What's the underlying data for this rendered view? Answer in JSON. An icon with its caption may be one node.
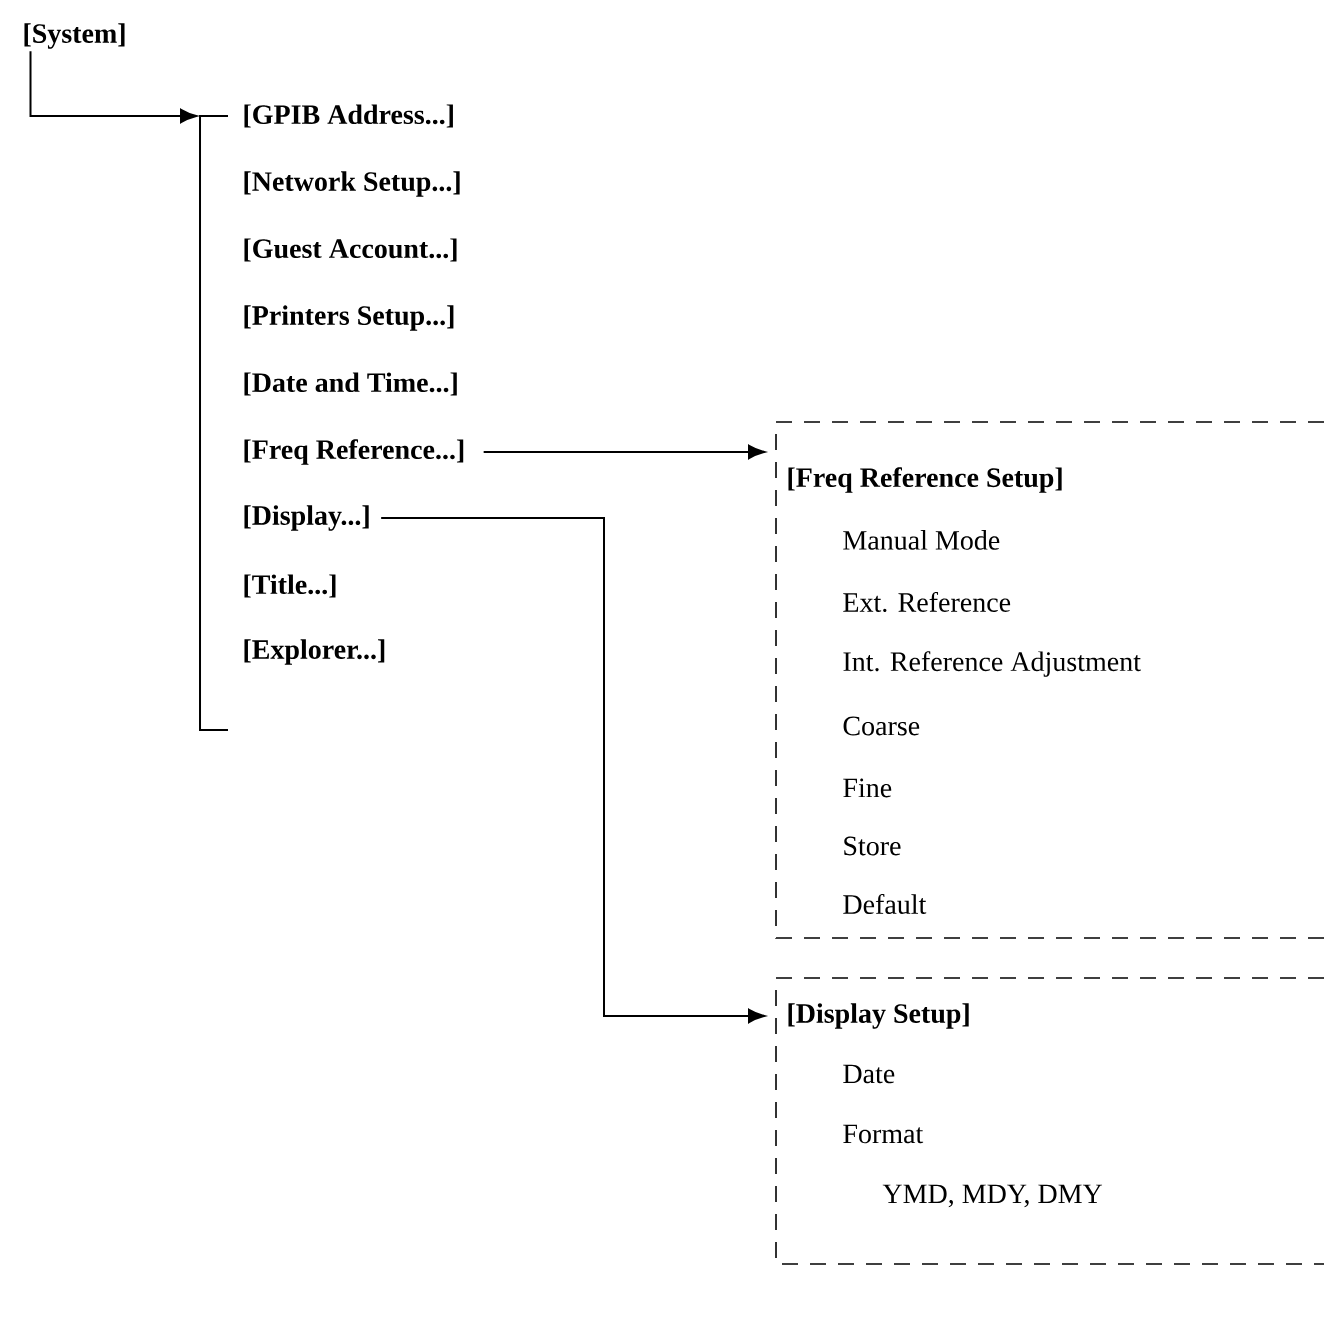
{
  "diagram": {
    "nodes": [
      {
        "text": [
          "[System]"
        ]
      },
      {
        "text": [],
        "shape": "bracket"
      },
      {
        "text": [
          "[GPIB Address...]"
        ]
      },
      {
        "text": [
          "[Network Setup...]"
        ]
      },
      {
        "text": [
          "[Guest Account...]"
        ]
      },
      {
        "text": [
          "[Printers Setup...]"
        ]
      },
      {
        "text": [
          "[Date and Time...]"
        ]
      },
      {
        "text": [
          "[Freq Reference...]"
        ]
      },
      {
        "text": [
          "[Display...]"
        ]
      },
      {
        "text": [
          "[Title...]"
        ]
      },
      {
        "text": [
          "[Explorer...]"
        ]
      },
      {
        "text": [
          "[Freq Reference Setup]",
          "Manual Mode",
          "Ext. Reference",
          "Int. Reference Adjustment",
          "Coarse",
          "Fine",
          "Store",
          "Default"
        ]
      },
      {
        "text": [
          "[Display Setup]",
          "Date",
          "Format",
          "YMD, MDY, DMY"
        ]
      }
    ],
    "edges": [
      {
        "from": 0,
        "to": 1,
        "arrow": "to"
      },
      {
        "from": 7,
        "to": 11,
        "arrow": "to"
      },
      {
        "from": 8,
        "to": 12,
        "arrow": "to"
      }
    ]
  }
}
